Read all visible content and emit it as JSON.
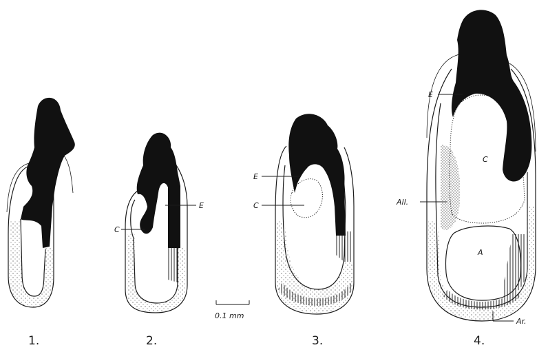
{
  "figures": [
    {
      "number": "1."
    },
    {
      "number": "2.",
      "labels": {
        "c": "C",
        "e": "E"
      }
    },
    {
      "number": "3.",
      "labels": {
        "e": "E",
        "c": "C"
      }
    },
    {
      "number": "4.",
      "labels": {
        "e": "E",
        "c": "C",
        "all": "All.",
        "a": "A",
        "ar": "Ar."
      }
    }
  ],
  "scale_bar": {
    "label": "0.1 mm"
  }
}
